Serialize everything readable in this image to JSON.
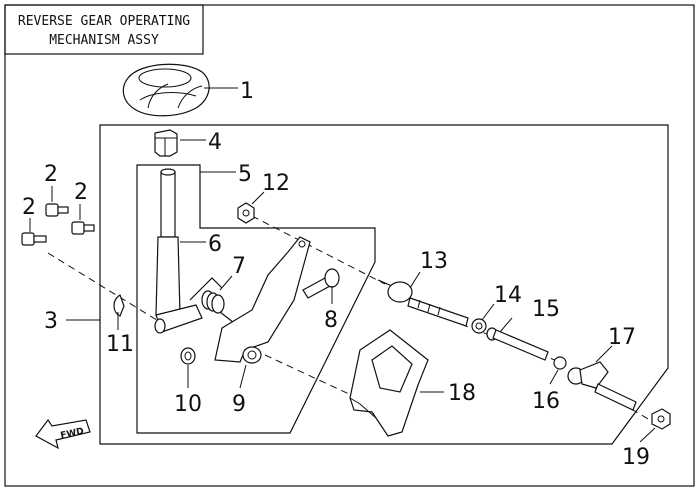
{
  "title": {
    "line1": "REVERSE GEAR OPERATING",
    "line2": "MECHANISM ASSY"
  },
  "direction_label": "FWD",
  "callouts": [
    {
      "id": "c1",
      "label": "1"
    },
    {
      "id": "c4",
      "label": "4"
    },
    {
      "id": "c5",
      "label": "5"
    },
    {
      "id": "c12",
      "label": "12"
    },
    {
      "id": "c2a",
      "label": "2"
    },
    {
      "id": "c2b",
      "label": "2"
    },
    {
      "id": "c2c",
      "label": "2"
    },
    {
      "id": "c6",
      "label": "6"
    },
    {
      "id": "c7",
      "label": "7"
    },
    {
      "id": "c13",
      "label": "13"
    },
    {
      "id": "c14",
      "label": "14"
    },
    {
      "id": "c15",
      "label": "15"
    },
    {
      "id": "c8",
      "label": "8"
    },
    {
      "id": "c3",
      "label": "3"
    },
    {
      "id": "c11",
      "label": "11"
    },
    {
      "id": "c17",
      "label": "17"
    },
    {
      "id": "c18",
      "label": "18"
    },
    {
      "id": "c16",
      "label": "16"
    },
    {
      "id": "c10",
      "label": "10"
    },
    {
      "id": "c9",
      "label": "9"
    },
    {
      "id": "c19",
      "label": "19"
    }
  ]
}
